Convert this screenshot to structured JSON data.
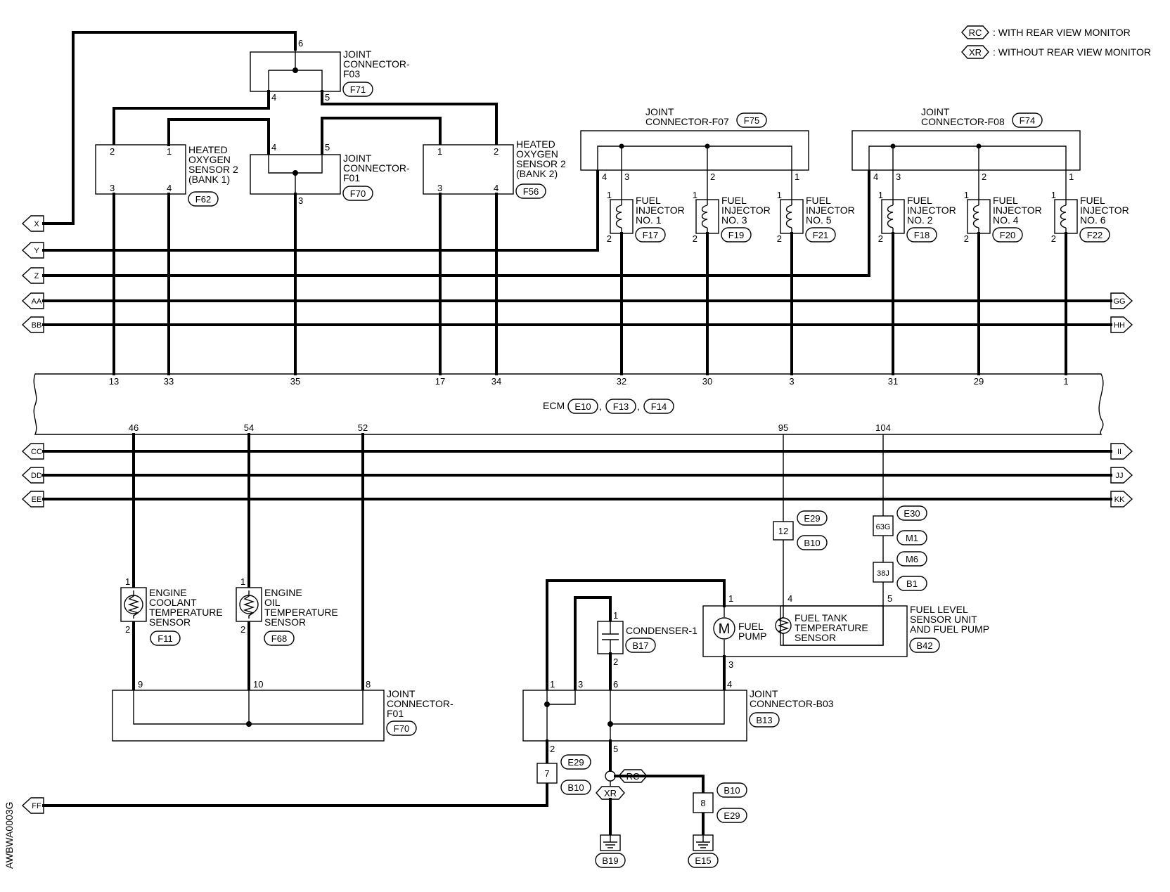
{
  "legend": {
    "rc_code": "RC",
    "rc_text": ": WITH REAR VIEW MONITOR",
    "xr_code": "XR",
    "xr_text": ": WITHOUT REAR VIEW MONITOR"
  },
  "figure_id": "AWBWA0003G",
  "ecm": {
    "label": "ECM",
    "connectors": [
      "E10",
      "F13",
      "F14"
    ],
    "top_pins": [
      "13",
      "33",
      "35",
      "17",
      "34",
      "32",
      "30",
      "3",
      "31",
      "29",
      "1"
    ],
    "bottom_pins": [
      "46",
      "54",
      "52",
      "95",
      "104"
    ]
  },
  "jc_f03": {
    "lines": [
      "JOINT",
      "CONNECTOR-",
      "F03"
    ],
    "conn": "F71",
    "pins": [
      "6",
      "4",
      "5"
    ]
  },
  "jc_f01_top": {
    "lines": [
      "JOINT",
      "CONNECTOR-",
      "F01"
    ],
    "conn": "F70",
    "pins": [
      "4",
      "5",
      "3"
    ]
  },
  "ho2s_bank1": {
    "lines": [
      "HEATED",
      "OXYGEN",
      "SENSOR 2",
      "(BANK 1)"
    ],
    "conn": "F62",
    "pins": [
      "2",
      "1",
      "3",
      "4"
    ]
  },
  "ho2s_bank2": {
    "lines": [
      "HEATED",
      "OXYGEN",
      "SENSOR 2",
      "(BANK 2)"
    ],
    "conn": "F56",
    "pins": [
      "1",
      "2",
      "3",
      "4"
    ]
  },
  "jc_f07": {
    "lines": [
      "JOINT",
      "CONNECTOR-F07"
    ],
    "conn": "F75",
    "pins": [
      "4",
      "3",
      "2",
      "1"
    ]
  },
  "jc_f08": {
    "lines": [
      "JOINT",
      "CONNECTOR-F08"
    ],
    "conn": "F74",
    "pins": [
      "4",
      "3",
      "2",
      "1"
    ]
  },
  "injectors": [
    {
      "lines": [
        "FUEL",
        "INJECTOR",
        "NO. 1"
      ],
      "conn": "F17"
    },
    {
      "lines": [
        "FUEL",
        "INJECTOR",
        "NO. 3"
      ],
      "conn": "F19"
    },
    {
      "lines": [
        "FUEL",
        "INJECTOR",
        "NO. 5"
      ],
      "conn": "F21"
    },
    {
      "lines": [
        "FUEL",
        "INJECTOR",
        "NO. 2"
      ],
      "conn": "F18"
    },
    {
      "lines": [
        "FUEL",
        "INJECTOR",
        "NO. 4"
      ],
      "conn": "F20"
    },
    {
      "lines": [
        "FUEL",
        "INJECTOR",
        "NO. 6"
      ],
      "conn": "F22"
    }
  ],
  "injector_pins": [
    "1",
    "2"
  ],
  "left_arrows": [
    "X",
    "Y",
    "Z",
    "AA",
    "BB",
    "CC",
    "DD",
    "EE",
    "FF"
  ],
  "right_arrows": [
    "GG",
    "HH",
    "II",
    "JJ",
    "KK"
  ],
  "ect": {
    "lines": [
      "ENGINE",
      "COOLANT",
      "TEMPERATURE",
      "SENSOR"
    ],
    "conn": "F11",
    "pins": [
      "1",
      "2"
    ]
  },
  "eot": {
    "lines": [
      "ENGINE",
      "OIL",
      "TEMPERATURE",
      "SENSOR"
    ],
    "conn": "F68",
    "pins": [
      "1",
      "2"
    ]
  },
  "jc_f01_bottom": {
    "lines": [
      "JOINT",
      "CONNECTOR-",
      "F01"
    ],
    "conn": "F70",
    "pins": [
      "9",
      "10",
      "8"
    ]
  },
  "inline_95": {
    "pin": "12",
    "conn_top": "E29",
    "conn_bottom": "B10"
  },
  "inline_104": {
    "pin1": "63G",
    "conn1": "E30",
    "conn2": "M1",
    "pin2": "38J",
    "conn3": "M6",
    "conn4": "B1"
  },
  "fuel_unit": {
    "lines": [
      "FUEL LEVEL",
      "SENSOR UNIT",
      "AND FUEL PUMP"
    ],
    "conn": "B42",
    "pump_lines": [
      "FUEL",
      "PUMP"
    ],
    "pump_symbol": "M",
    "sensor_lines": [
      "FUEL TANK",
      "TEMPERATURE",
      "SENSOR"
    ],
    "pins": [
      "1",
      "4",
      "5",
      "3"
    ]
  },
  "condenser": {
    "label": "CONDENSER-1",
    "conn": "B17",
    "pins": [
      "1",
      "2"
    ]
  },
  "jc_b03": {
    "lines": [
      "JOINT",
      "CONNECTOR-B03"
    ],
    "conn": "B13",
    "pins": [
      "1",
      "3",
      "6",
      "4",
      "2",
      "5"
    ]
  },
  "inline_ff": {
    "pin": "7",
    "conn_top": "E29",
    "conn_bottom": "B10"
  },
  "inline_rc": {
    "pin": "8",
    "conn_top": "B10",
    "conn_bottom": "E29"
  },
  "grounds": [
    "B19",
    "E15"
  ]
}
